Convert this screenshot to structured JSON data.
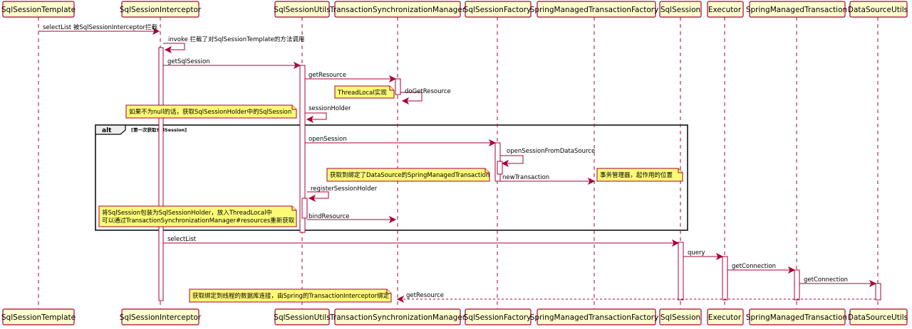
{
  "participants": [
    "SqlSessionTemplate",
    "SqlSessionInterceptor",
    "SqlSessionUtils",
    "TransactionSynchronizationManager",
    "SqlSessionFactory",
    "SpringManagedTransactionFactory",
    "SqlSession",
    "Executor",
    "SpringManagedTransaction",
    "DataSourceUtils"
  ],
  "messages": [
    {
      "label": "selectList 被SqlSessionInterceptor拦截",
      "from": 0,
      "to": 1
    },
    {
      "label": "invoke 拦截了对SqlSessionTemplate的方法调用",
      "from": 1,
      "to": 1,
      "self": true
    },
    {
      "label": "getSqlSession",
      "from": 1,
      "to": 2
    },
    {
      "label": "getResource",
      "from": 2,
      "to": 3
    },
    {
      "label": "doGetResource",
      "from": 3,
      "to": 3,
      "self": true
    },
    {
      "label": "sessionHolder",
      "from": 2,
      "to": 2,
      "self": true
    },
    {
      "label": "openSession",
      "from": 2,
      "to": 4
    },
    {
      "label": "openSessionFromDataSource",
      "from": 4,
      "to": 4,
      "self": true
    },
    {
      "label": "newTransaction",
      "from": 4,
      "to": 5
    },
    {
      "label": "registerSessionHolder",
      "from": 2,
      "to": 2,
      "self": true
    },
    {
      "label": "bindResource",
      "from": 2,
      "to": 3
    },
    {
      "label": "selectList",
      "from": 1,
      "to": 6
    },
    {
      "label": "query",
      "from": 6,
      "to": 7
    },
    {
      "label": "getConnection",
      "from": 7,
      "to": 8
    },
    {
      "label": "getConnection",
      "from": 8,
      "to": 9
    },
    {
      "label": "getResource",
      "from": 9,
      "to": 3,
      "dashed": true
    }
  ],
  "notes": [
    {
      "lines": [
        "ThreadLocal实现"
      ]
    },
    {
      "lines": [
        "如果不为null的话，获取SqlSessionHolder中的SqlSession"
      ]
    },
    {
      "lines": [
        "获取到绑定了DataSource的SpringManagedTransaction"
      ]
    },
    {
      "lines": [
        "事务管理器，起作用的位置"
      ]
    },
    {
      "lines": [
        "将SqlSession包装为SqlSessionHolder，放入ThreadLocal中",
        "可以通过TransactionSynchronizationManager#resources重新获取"
      ]
    },
    {
      "lines": [
        "获取绑定到线程的数据库连接，由Spring的TransactionInterceptor绑定"
      ]
    }
  ],
  "alt": {
    "label": "alt",
    "condition": "[第一次获取SqlSession]"
  },
  "colors": {
    "border": "#A80036",
    "participant_fill": "#FEFECE",
    "note_fill": "#FBFB77",
    "alt_tab_fill": "#EEEEEE"
  }
}
